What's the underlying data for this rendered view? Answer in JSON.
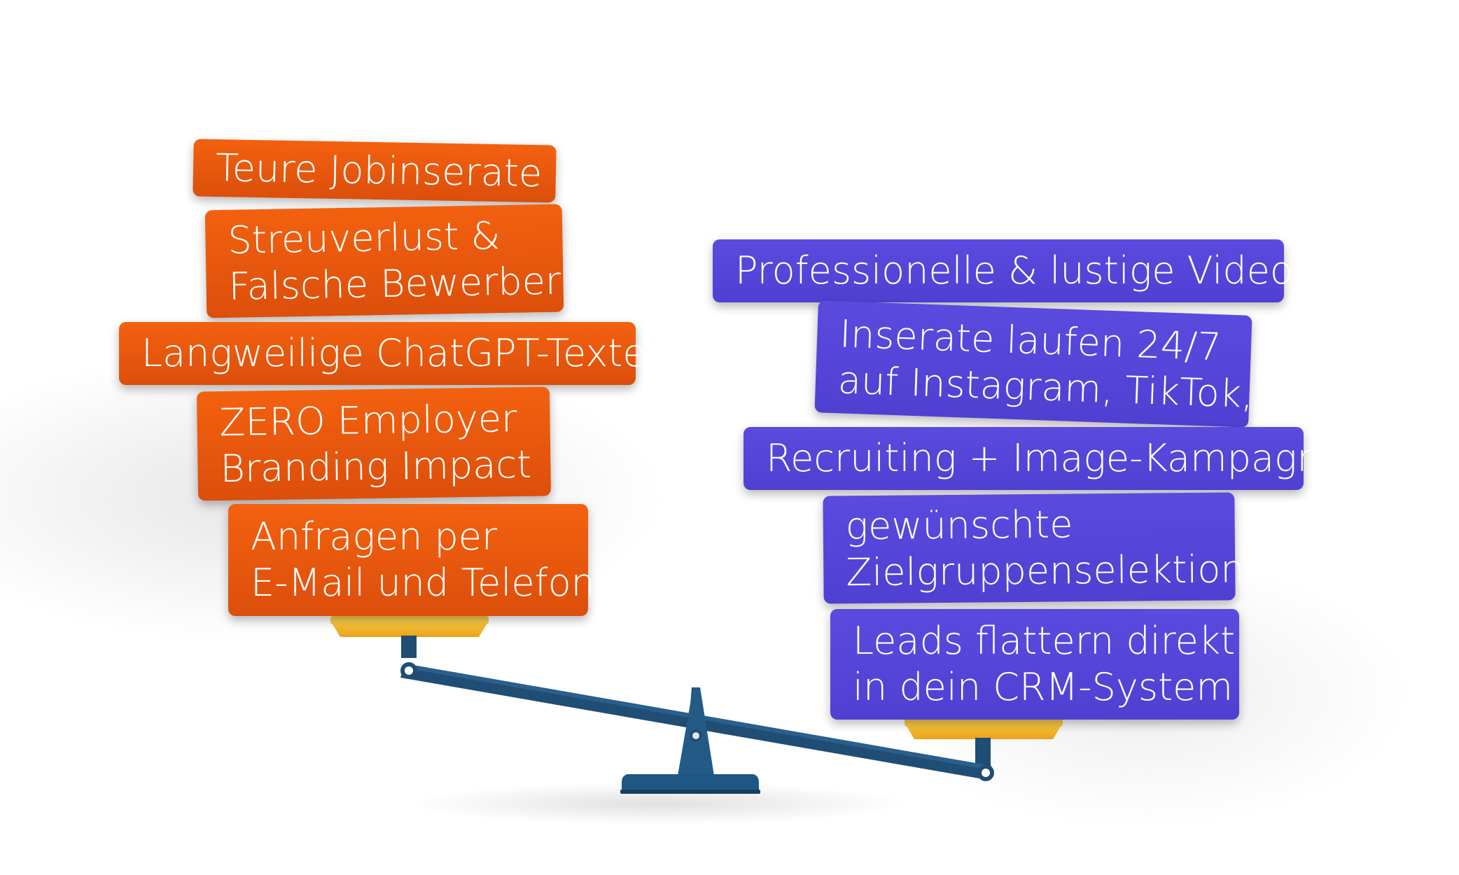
{
  "colors": {
    "negative": "#e9550f",
    "positive": "#5546d8",
    "beam": "#1f4d74",
    "pan": "#f4b52c"
  },
  "left_stack": {
    "item_1": {
      "line_1": "Teure Jobinserate"
    },
    "item_2": {
      "line_1": "Streuverlust &",
      "line_2": "Falsche Bewerber"
    },
    "item_3": {
      "line_1": "Langweilige ChatGPT-Texte"
    },
    "item_4": {
      "line_1": "ZERO Employer",
      "line_2": "Branding Impact"
    },
    "item_5": {
      "line_1": "Anfragen per",
      "line_2": "E-Mail und Telefon"
    }
  },
  "right_stack": {
    "item_1": {
      "line_1": "Professionelle & lustige Videos"
    },
    "item_2": {
      "line_1": "Inserate laufen 24/7",
      "line_2": "auf Instagram, TikTok, ..."
    },
    "item_3": {
      "line_1": "Recruiting + Image-Kampagne"
    },
    "item_4": {
      "line_1": "gewünschte",
      "line_2": "Zielgruppenselektion"
    },
    "item_5": {
      "line_1": "Leads flattern direkt",
      "line_2": "in dein CRM-System"
    }
  }
}
